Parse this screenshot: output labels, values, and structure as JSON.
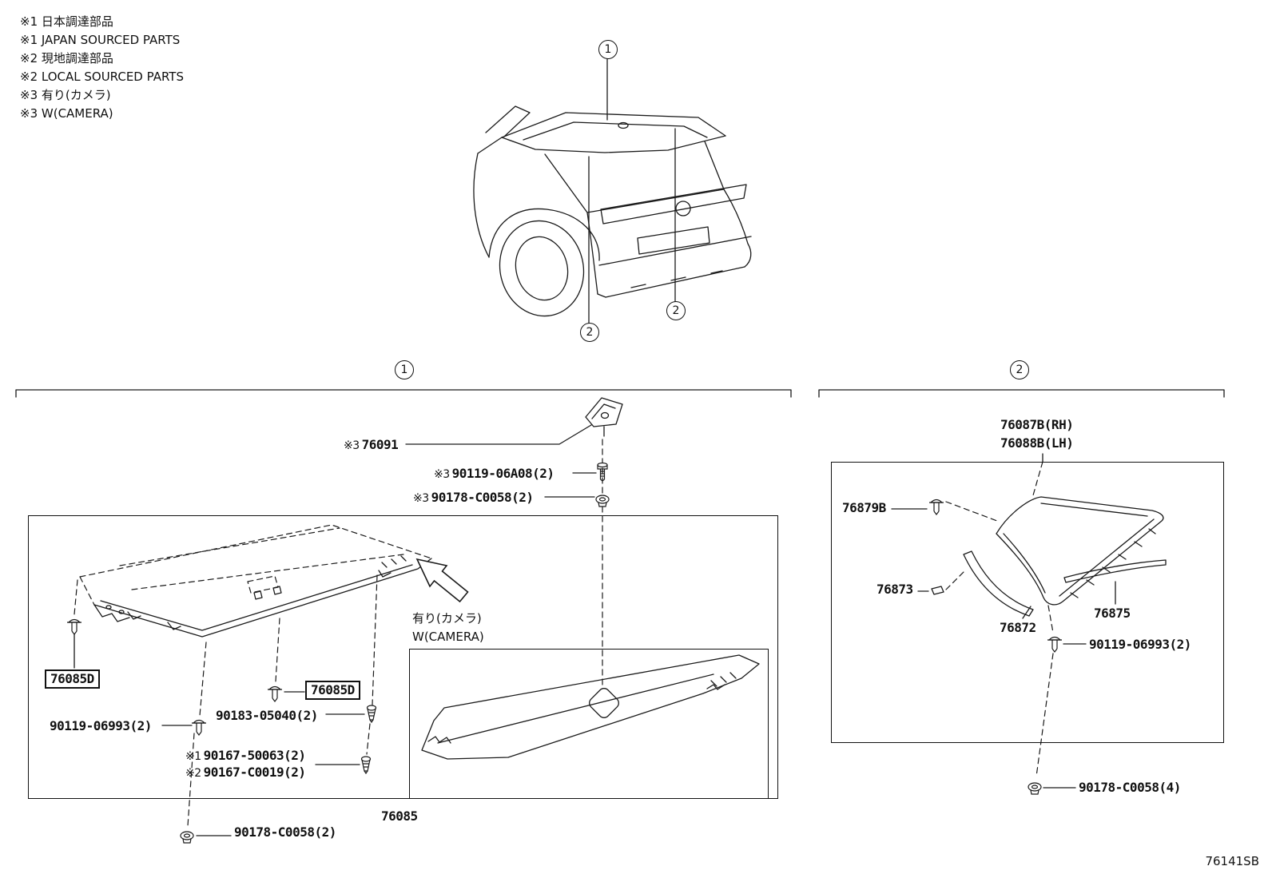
{
  "page": {
    "code": "76141SB",
    "line_color": "#1a1a1a",
    "background": "#ffffff"
  },
  "legend": {
    "lines": [
      "※1 日本調達部品",
      "※1 JAPAN SOURCED PARTS",
      "※2 現地調達部品",
      "※2 LOCAL SOURCED PARTS",
      "※3 有り(カメラ)",
      "※3 W(CAMERA)"
    ]
  },
  "callouts": {
    "one": "1",
    "two": "2"
  },
  "labels": {
    "p76091": {
      "prefix": "※3",
      "text": "76091"
    },
    "p90119_06a08": {
      "prefix": "※3",
      "text": "90119-06A08(2)"
    },
    "p90178_c0058_top": {
      "prefix": "※3",
      "text": "90178-C0058(2)"
    },
    "p76085d_left": {
      "text": "76085D"
    },
    "p76085d_mid": {
      "text": "76085D"
    },
    "p90119_06993": {
      "text": "90119-06993(2)"
    },
    "p90183_05040": {
      "text": "90183-05040(2)"
    },
    "p90167_50063": {
      "prefix": "※1",
      "text": "90167-50063(2)"
    },
    "p90167_c0019": {
      "prefix": "※2",
      "text": "90167-C0019(2)"
    },
    "camera_note_jp": "有り(カメラ)",
    "camera_note_en": "W(CAMERA)",
    "p76085": {
      "text": "76085"
    },
    "p90178_c0058_bottom": {
      "text": "90178-C0058(2)"
    },
    "p76087b": {
      "text": "76087B(RH)"
    },
    "p76088b": {
      "text": "76088B(LH)"
    },
    "p76879b": {
      "text": "76879B"
    },
    "p76873": {
      "text": "76873"
    },
    "p76872": {
      "text": "76872"
    },
    "p76875": {
      "text": "76875"
    },
    "p90119_06993_r": {
      "text": "90119-06993(2)"
    },
    "p90178_c0058_r": {
      "text": "90178-C0058(4)"
    }
  }
}
